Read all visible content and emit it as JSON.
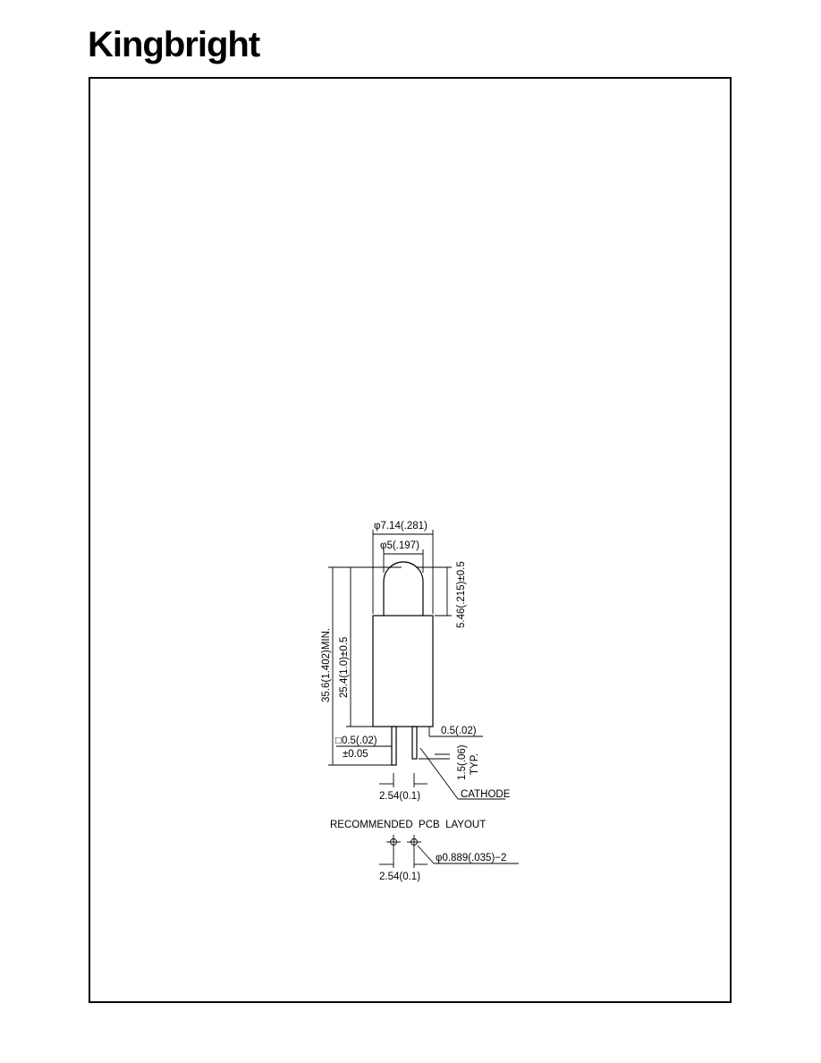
{
  "brand": {
    "name": "Kingbright"
  },
  "drawing": {
    "outer_diameter": "φ7.14(.281)",
    "lens_diameter": "φ5(.197)",
    "lens_height": "5.46(.215)±0.5",
    "overall_length": "35.6(1.402)MIN.",
    "body_length": "25.4(1.0)±0.5",
    "lead_gap": "0.5(.02)",
    "lead_square": "□0.5(.02)",
    "lead_tolerance": "±0.05",
    "lead_offset": "1.5(.06)",
    "lead_offset_note": "TYP.",
    "lead_spacing": "2.54(0.1)",
    "cathode_label": "CATHODE",
    "pcb_title": "RECOMMENDED  PCB  LAYOUT",
    "pcb_hole": "φ0.889(.035)−2",
    "pcb_spacing": "2.54(0.1)"
  }
}
